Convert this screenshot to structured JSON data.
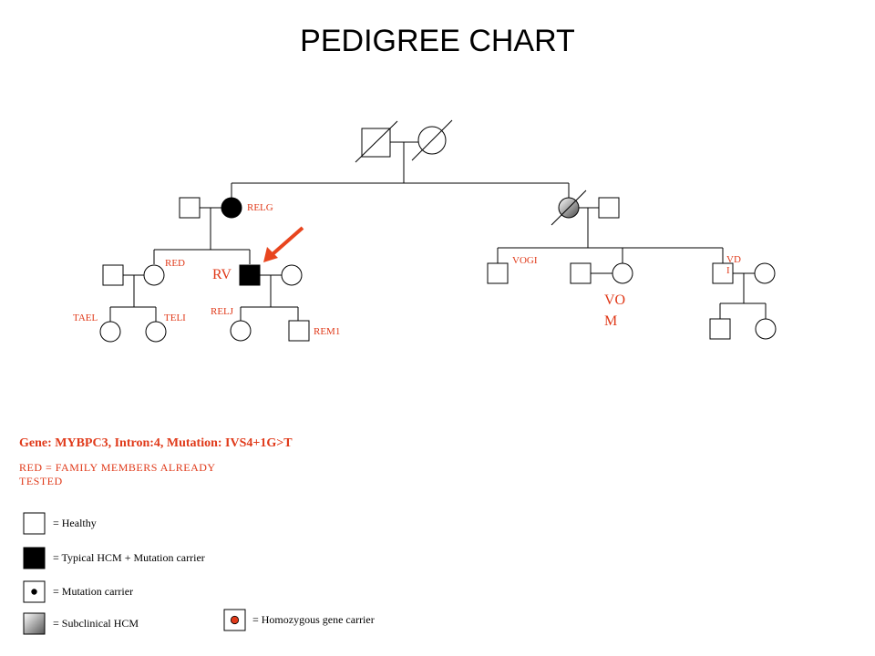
{
  "title": "PEDIGREE CHART",
  "labels": {
    "relg": "RELG",
    "red": "RED",
    "rv": "RV",
    "taerl": "TAEL",
    "teli": "TELI",
    "relj": "RELJ",
    "rem1": "REM1",
    "vogi": "VOGI",
    "vom_line1": "VO",
    "vom_line2": "M",
    "vdi_line1": "VD",
    "vdi_line2": "I"
  },
  "gene_info": "Gene: MYBPC3, Intron:4, Mutation: IVS4+1G>T",
  "note_line1": "RED = FAMILY MEMBERS ALREADY",
  "note_line2": "TESTED",
  "legend": {
    "healthy": "= Healthy",
    "typical": "= Typical HCM + Mutation carrier",
    "carrier": "= Mutation carrier",
    "subclinical": "= Subclinical HCM",
    "homozygous": "= Homozygous gene carrier"
  },
  "colors": {
    "red_label": "#e03a1a",
    "arrow": "#e8451e",
    "affected": "#000000",
    "homozygous_dot": "#e03a1a"
  }
}
